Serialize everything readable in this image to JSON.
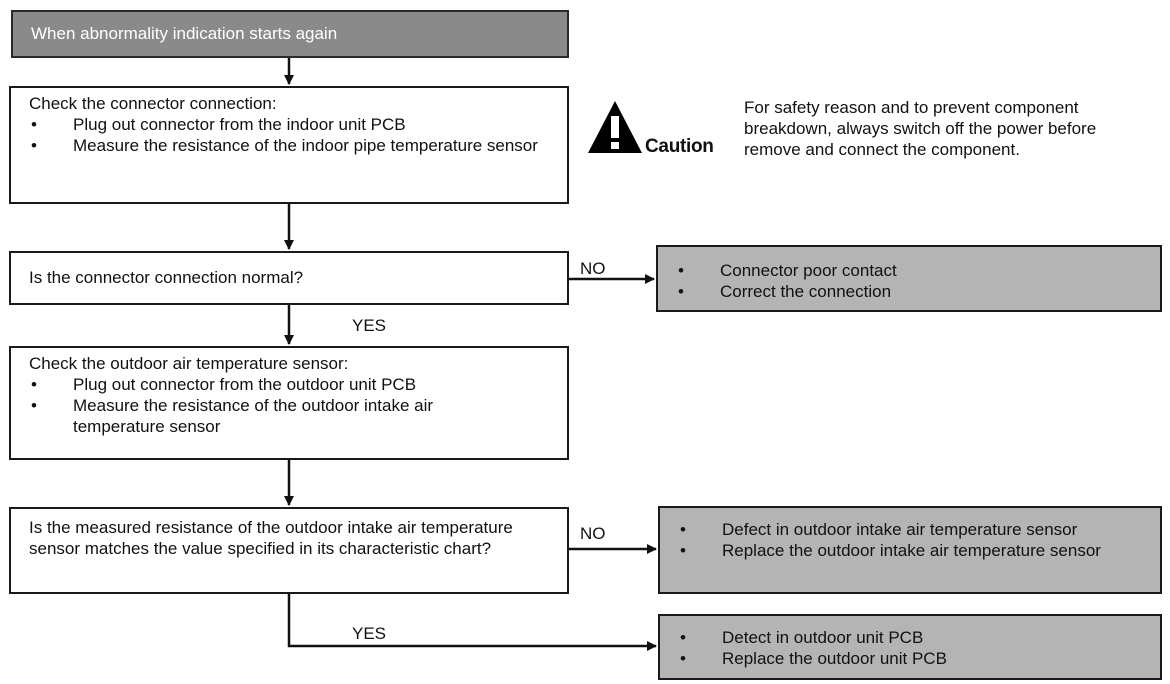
{
  "header": {
    "text": "When abnormality indication starts again"
  },
  "step1": {
    "title": "Check the connector connection:",
    "items": [
      "Plug out connector from the indoor unit PCB",
      "Measure the resistance of the indoor pipe temperature sensor"
    ]
  },
  "caution": {
    "label": "Caution",
    "text": "For safety reason and to prevent component breakdown, always switch off the power before remove and connect the component."
  },
  "decision1": {
    "question": "Is the connector connection normal?",
    "no_label": "NO",
    "yes_label": "YES"
  },
  "result1": {
    "items": [
      "Connector poor contact",
      "Correct the connection"
    ]
  },
  "step2": {
    "title": "Check the outdoor air temperature sensor:",
    "items": [
      "Plug out connector from the outdoor unit PCB",
      "Measure the resistance of the outdoor intake air temperature sensor"
    ]
  },
  "decision2": {
    "question": "Is the measured resistance of the outdoor intake air temperature sensor matches the value specified in its characteristic chart?",
    "no_label": "NO",
    "yes_label": "YES"
  },
  "result2": {
    "items": [
      "Defect in outdoor intake air temperature sensor",
      "Replace the outdoor intake air temperature sensor"
    ]
  },
  "result3": {
    "items": [
      "Detect in outdoor unit PCB",
      "Replace the outdoor unit PCB"
    ]
  },
  "bullet_glyph": "•"
}
